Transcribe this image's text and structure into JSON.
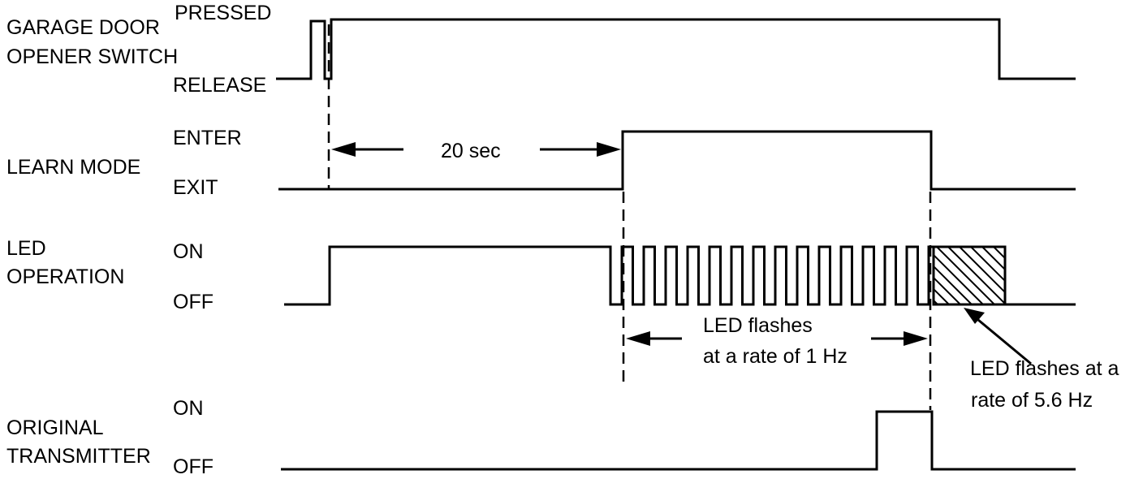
{
  "rows": [
    {
      "name_lines": [
        "GARAGE DOOR",
        "OPENER SWITCH"
      ],
      "high_label": "PRESSED",
      "low_label": "RELEASE"
    },
    {
      "name_lines": [
        "LEARN MODE"
      ],
      "high_label": "ENTER",
      "low_label": "EXIT"
    },
    {
      "name_lines": [
        "LED",
        "OPERATION"
      ],
      "high_label": "ON",
      "low_label": "OFF"
    },
    {
      "name_lines": [
        "ORIGINAL",
        "TRANSMITTER"
      ],
      "high_label": "ON",
      "low_label": "OFF"
    }
  ],
  "annotations": {
    "delay": "20 sec",
    "slow_flash_lines": [
      "LED flashes",
      "at a rate of 1 Hz"
    ],
    "fast_flash_lines": [
      "LED flashes at a",
      "rate of 5.6 Hz"
    ]
  }
}
